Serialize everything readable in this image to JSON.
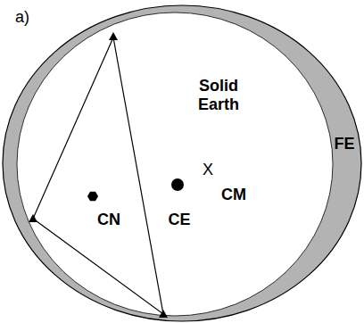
{
  "diagram": {
    "labels": [
      "a)",
      "Solid Earth",
      "FE",
      "CN",
      "CE",
      "X",
      "CM"
    ]
  }
}
